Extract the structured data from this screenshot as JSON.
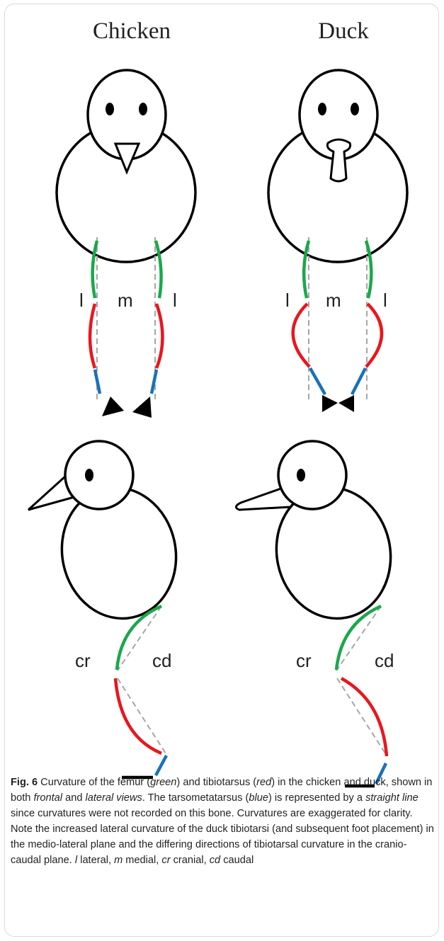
{
  "titles": {
    "chicken": "Chicken",
    "duck": "Duck"
  },
  "labels": {
    "lateral": "l",
    "medial": "m",
    "cranial": "cr",
    "caudal": "cd"
  },
  "colors": {
    "femur": "#1aa84a",
    "tibiotarsus": "#e8171d",
    "tarsometatarsus": "#1872b8",
    "reference_line": "#a6a6a6",
    "outline": "#000000"
  },
  "caption": {
    "fig_label": "Fig. 6",
    "s1": " Curvature of the femur (",
    "w_green": "green",
    "s2": ") and tibiotarsus (",
    "w_red": "red",
    "s3": ") in the chicken and duck, shown in both ",
    "w_frontal": "frontal",
    "s4": " and ",
    "w_lateral_views": "lateral views",
    "s5": ". The tarsometatarsus (",
    "w_blue": "blue",
    "s6": ") is represented by a ",
    "w_straight_line": "straight line",
    "s7": " since curvatures were not recorded on this bone. Curvatures are exaggerated for clarity. Note the increased lateral curvature of the duck tibiotarsi (and subsequent foot placement) in the medio-lateral plane and the differing directions of tibiotarsal curvature in the cranio-caudal plane. ",
    "w_l": "l",
    "s8": " lateral, ",
    "w_m": "m",
    "s9": " medial, ",
    "w_cr": "cr",
    "s10": " cranial, ",
    "w_cd": "cd",
    "s11": " caudal"
  }
}
